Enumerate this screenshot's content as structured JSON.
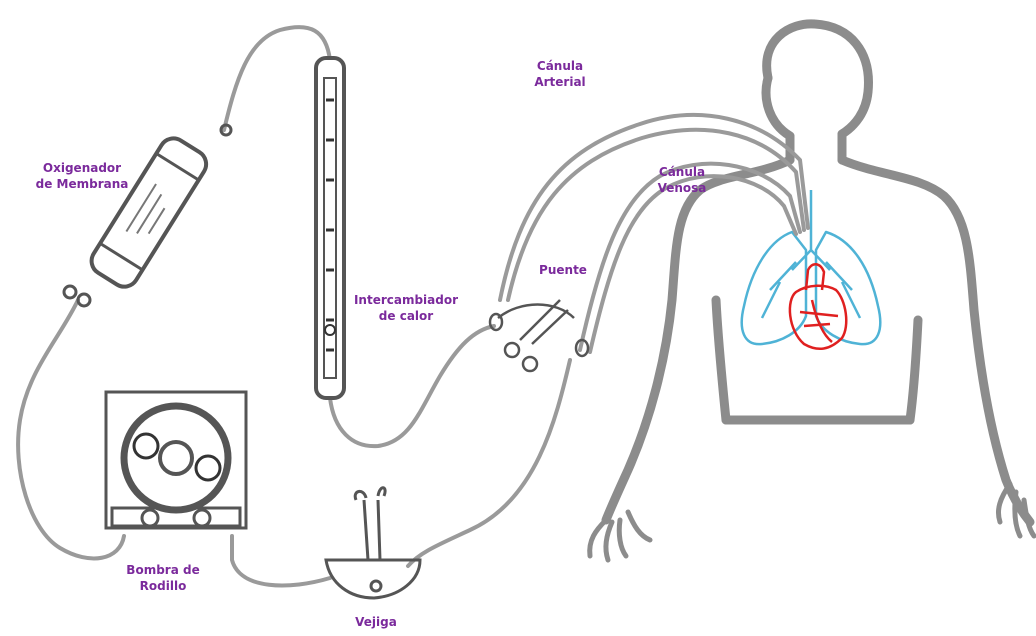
{
  "colors": {
    "label": "#7b2a9c",
    "outline": "#8c8c8c",
    "line_dark": "#555555",
    "lungs": "#4fb3d6",
    "heart": "#e02020"
  },
  "labels": {
    "oxygenator": [
      "Oxigenador",
      "de Membrana"
    ],
    "heat_exchanger": [
      "Intercambiador",
      "de calor"
    ],
    "arterial_cannula": [
      "Cánula",
      "Arterial"
    ],
    "venous_cannula": [
      "Cánula",
      "Venosa"
    ],
    "bridge": [
      "Puente"
    ],
    "roller_pump": [
      "Bombra de",
      "Rodillo"
    ],
    "bladder": [
      "Vejiga"
    ]
  },
  "icons": [
    "human-silhouette-icon",
    "lungs-icon",
    "heart-icon",
    "roller-pump-icon",
    "oxygenator-icon",
    "heat-exchanger-icon",
    "bladder-icon",
    "clamp-icon"
  ]
}
